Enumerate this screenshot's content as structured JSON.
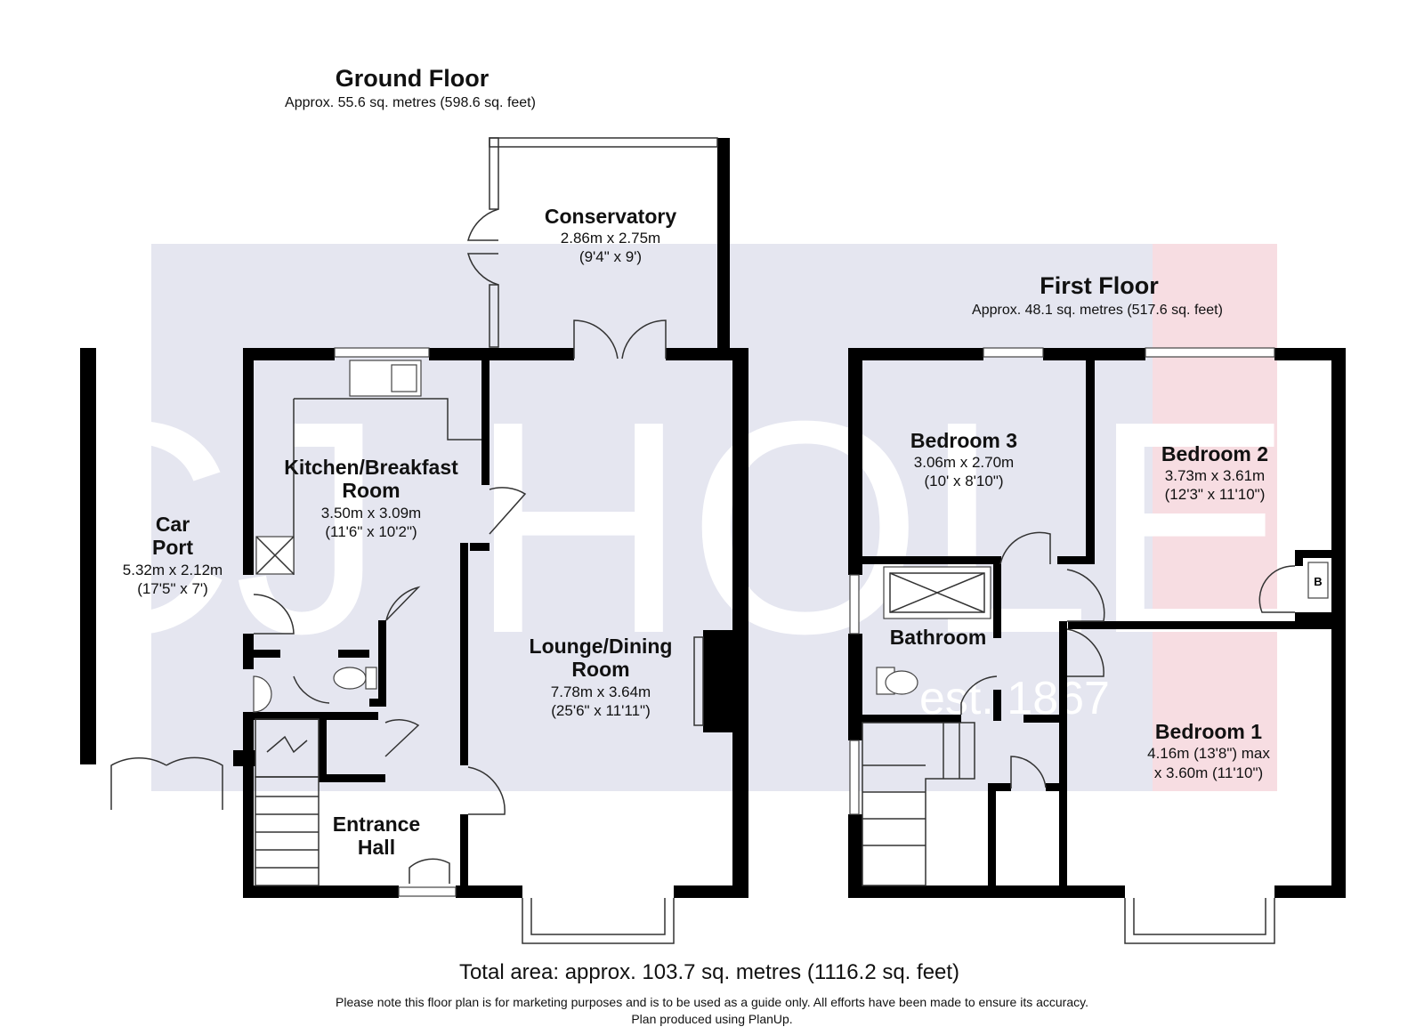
{
  "ground_floor": {
    "title": "Ground Floor",
    "area": "Approx. 55.6 sq. metres (598.6 sq. feet)",
    "rooms": [
      {
        "name_lines": [
          "Conservatory"
        ],
        "metric": "2.86m x 2.75m",
        "imperial": "(9'4\" x 9')"
      },
      {
        "name_lines": [
          "Kitchen/Breakfast",
          "Room"
        ],
        "metric": "3.50m x 3.09m",
        "imperial": "(11'6\" x 10'2\")"
      },
      {
        "name_lines": [
          "Car",
          "Port"
        ],
        "metric": "5.32m x 2.12m",
        "imperial": "(17'5\" x 7')"
      },
      {
        "name_lines": [
          "Lounge/Dining",
          "Room"
        ],
        "metric": "7.78m x 3.64m",
        "imperial": "(25'6\" x 11'11\")"
      },
      {
        "name_lines": [
          "Entrance",
          "Hall"
        ],
        "metric": "",
        "imperial": ""
      }
    ]
  },
  "first_floor": {
    "title": "First Floor",
    "area": "Approx. 48.1 sq. metres (517.6 sq. feet)",
    "rooms": [
      {
        "name_lines": [
          "Bedroom 3"
        ],
        "metric": "3.06m x 2.70m",
        "imperial": "(10' x 8'10\")"
      },
      {
        "name_lines": [
          "Bedroom 2"
        ],
        "metric": "3.73m x 3.61m",
        "imperial": "(12'3\" x 11'10\")"
      },
      {
        "name_lines": [
          "Bathroom"
        ],
        "metric": "",
        "imperial": ""
      },
      {
        "name_lines": [
          "Bedroom 1"
        ],
        "metric": "4.16m (13'8\") max",
        "imperial": "x 3.60m (11'10\")"
      }
    ],
    "boiler_label": "B"
  },
  "watermark": {
    "brand": "CJ HOLE",
    "est": "est. 1867"
  },
  "total_area": "Total area: approx. 103.7 sq. metres (1116.2 sq. feet)",
  "disclaimer": "Please note this floor plan is for marketing purposes and is to be used as a guide only. All efforts have been made to ensure its accuracy.",
  "credit": "Plan produced using PlanUp.",
  "colors": {
    "watermark_panel": "#e5e6f0",
    "watermark_accent": "#f7dde2",
    "wall": "#000000"
  }
}
